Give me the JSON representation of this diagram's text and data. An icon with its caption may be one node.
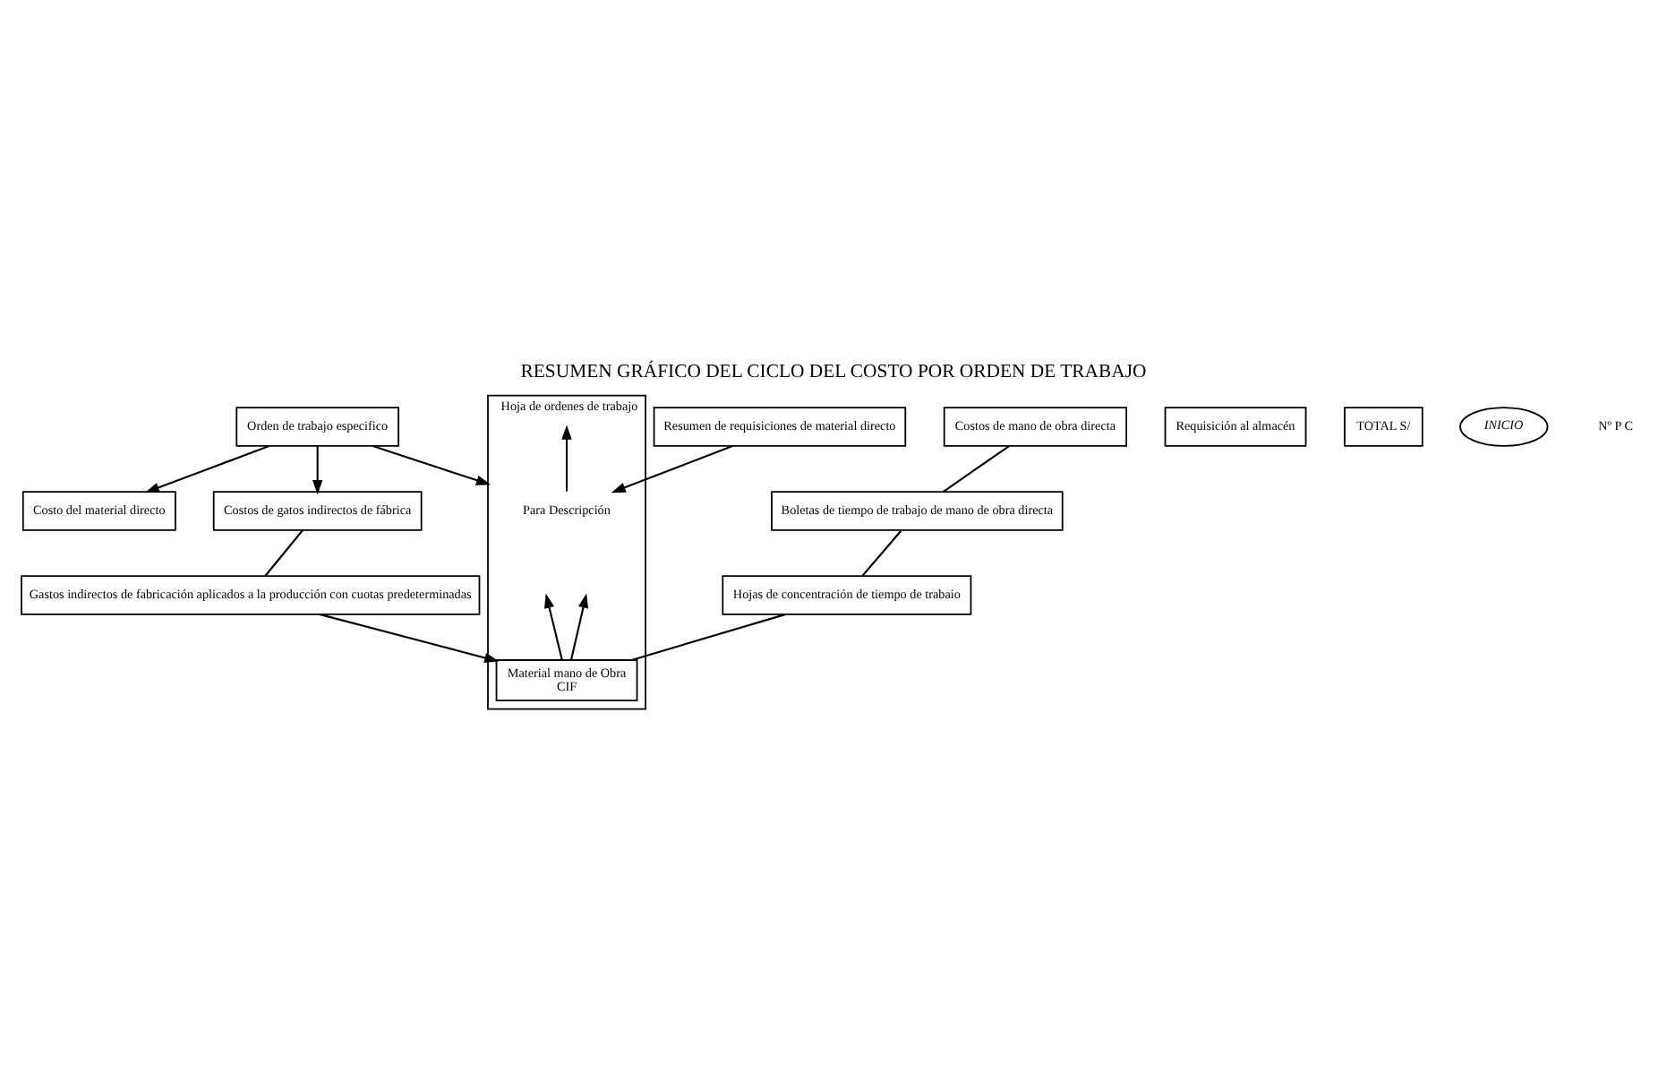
{
  "diagram": {
    "title": "RESUMEN GRÁFICO DEL CICLO DEL COSTO POR ORDEN DE TRABAJO",
    "nodes": [
      {
        "text": [
          "Costo del material directo"
        ]
      },
      {
        "text": [
          "Requisición al almacén"
        ]
      },
      {
        "text": [
          "Resumen de requisiciones de material directo"
        ]
      },
      {
        "text": [
          "Hoja de ordenes de trabajo"
        ]
      },
      {
        "text": [
          "Para Descripción"
        ],
        "in": 3
      },
      {
        "text": [
          "Material mano de Obra",
          "CIF"
        ],
        "in": 3
      },
      {
        "text": [
          "TOTAL S/"
        ]
      },
      {
        "text": [
          "Orden de trabajo especifico"
        ]
      },
      {
        "text": [
          "INICIO"
        ]
      },
      {
        "text": [
          "Costos de gatos indirectos de fábrica"
        ]
      },
      {
        "text": [
          "Gastos indirectos de fabricación aplicados a la producción con cuotas predeterminadas"
        ]
      },
      {
        "text": [
          "Costos de mano de obra directa"
        ]
      },
      {
        "text": [
          "Boletas de tiempo de trabajo de mano de obra directa"
        ]
      },
      {
        "text": [
          "Hojas de concentración de tiempo de trabaio"
        ]
      }
    ],
    "edges": [
      {
        "from": 7,
        "to": 0,
        "arrow": "to"
      },
      {
        "from": 7,
        "to": 9,
        "arrow": "to"
      },
      {
        "from": 7,
        "to": 3,
        "arrow": "to"
      },
      {
        "from": 2,
        "to": 4,
        "arrow": "to"
      },
      {
        "from": 9,
        "to": 10,
        "arrow": "none"
      },
      {
        "from": 10,
        "to": 5,
        "arrow": "to"
      },
      {
        "from": 11,
        "to": 12,
        "arrow": "none"
      },
      {
        "from": 12,
        "to": 13,
        "arrow": "none"
      },
      {
        "from": 13,
        "to": 5,
        "arrow": "none"
      },
      {
        "from": 4,
        "to": null,
        "arrow": "to"
      },
      {
        "from": 5,
        "to": null,
        "arrow": "to"
      },
      {
        "from": 5,
        "to": null,
        "arrow": "to"
      }
    ],
    "labels": [
      "Nº P C"
    ]
  }
}
